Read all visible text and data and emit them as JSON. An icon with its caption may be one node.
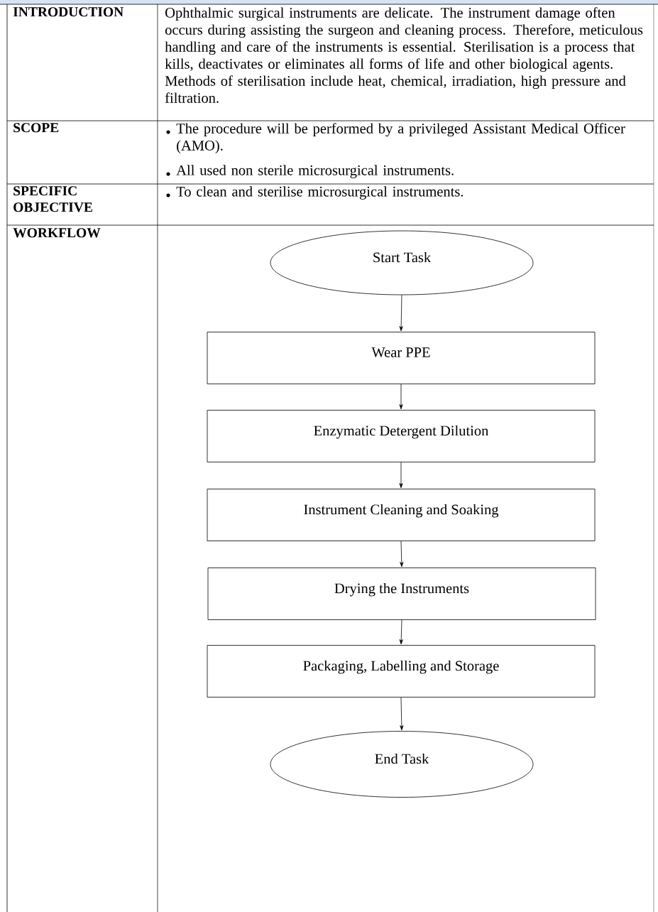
{
  "diagram": {
    "nodes": [
      {
        "text": [
          "Start Task"
        ]
      },
      {
        "text": [
          "Wear PPE"
        ]
      },
      {
        "text": [
          "Enzymatic Detergent Dilution"
        ]
      },
      {
        "text": [
          "Instrument Cleaning and Soaking"
        ]
      },
      {
        "text": [
          "Drying the Instruments"
        ]
      },
      {
        "text": [
          "Packaging, Labelling and Storage"
        ]
      },
      {
        "text": [
          "End Task"
        ]
      }
    ],
    "edges": [
      {
        "from": 0,
        "to": 1,
        "arrow": "to"
      },
      {
        "from": 1,
        "to": 2,
        "arrow": "to"
      },
      {
        "from": 2,
        "to": 3,
        "arrow": "to"
      },
      {
        "from": 3,
        "to": 4,
        "arrow": "to"
      },
      {
        "from": 4,
        "to": 5,
        "arrow": "to"
      },
      {
        "from": 5,
        "to": 6,
        "arrow": "to"
      }
    ],
    "labels": [
      "INTRODUCTION",
      "Ophthalmic surgical instruments are delicate. The instrument damage often occurs during assisting the surgeon and cleaning process. Therefore, meticulous handling and care of the instruments is essential. Sterilisation is a process that kills, deactivates or eliminates all forms of life and other biological agents. Methods of sterilisation include heat, chemical, irradiation, high pressure and filtration.",
      "SCOPE",
      "The procedure will be performed by a privileged Assistant Medical Officer (AMO).",
      "All used non sterile microsurgical instruments.",
      "SPECIFIC OBJECTIVE",
      "To clean and sterilise microsurgical instruments.",
      "WORKFLOW"
    ]
  }
}
